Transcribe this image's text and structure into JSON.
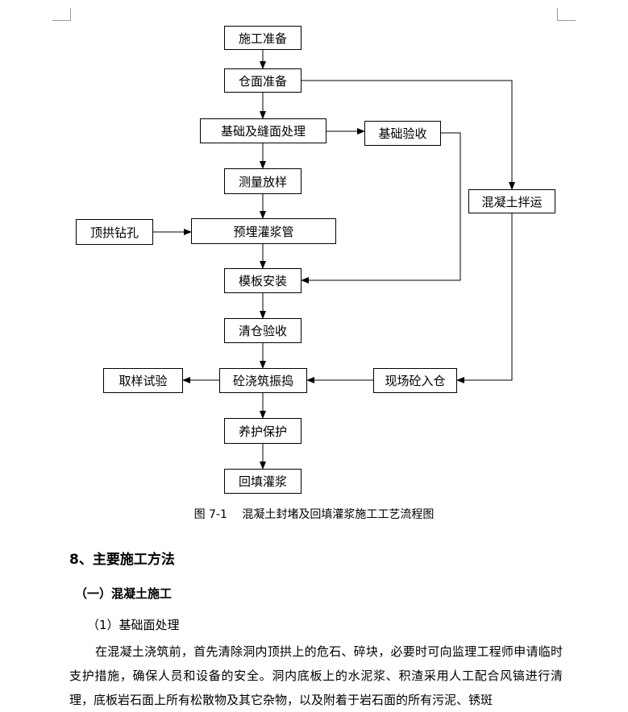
{
  "flowchart": {
    "steps": {
      "construction_prep": "施工准备",
      "bin_prep": "仓面准备",
      "foundation_treatment": "基础及缝面处理",
      "foundation_acceptance": "基础验收",
      "survey_layout": "测量放样",
      "crown_drilling": "顶拱钻孔",
      "grout_pipe_embed": "预埋灌浆管",
      "formwork_install": "模板安装",
      "bin_cleaning_acceptance": "清仓验收",
      "concrete_pour_vibrate": "砼浇筑振捣",
      "sampling_test": "取样试验",
      "onsite_concrete_entry": "现场砼入仓",
      "curing_protection": "养护保护",
      "backfill_grouting": "回填灌浆",
      "concrete_mixing_transport": "混凝土拌运"
    }
  },
  "figure": {
    "number": "图 7-1",
    "caption": "混凝土封堵及回填灌浆施工工艺流程图"
  },
  "section": {
    "heading": "8、主要施工方法",
    "subheading": "（一）混凝土施工",
    "item": "（1）基础面处理",
    "paragraph": "在混凝土浇筑前，首先清除洞内顶拱上的危石、碎块，必要时可向监理工程师申请临时支护措施，确保人员和设备的安全。洞内底板上的水泥浆、积渣采用人工配合风镐进行清理，底板岩石面上所有松散物及其它杂物，以及附着于岩石面的所有污泥、锈斑"
  }
}
